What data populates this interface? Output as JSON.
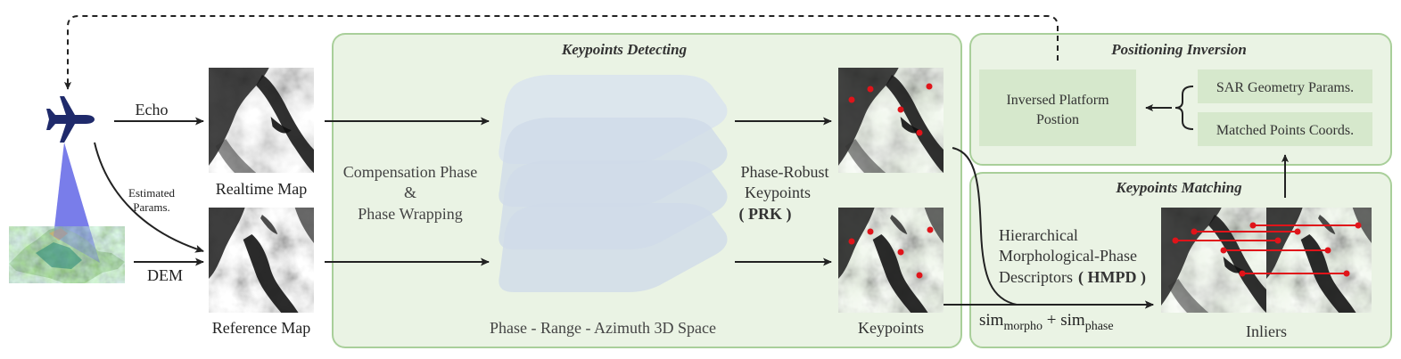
{
  "panels": {
    "detecting_title": "Keypoints Detecting",
    "positioning_title": "Positioning Inversion",
    "matching_title": "Keypoints Matching"
  },
  "left": {
    "echo_label": "Echo",
    "estimated_label_line1": "Estimated",
    "estimated_label_line2": "Params.",
    "dem_label": "DEM",
    "realtime_map_label": "Realtime Map",
    "reference_map_label": "Reference Map"
  },
  "detecting": {
    "compensation_line1": "Compensation Phase",
    "compensation_line2": "&",
    "compensation_line3": "Phase Wrapping",
    "space_label": "Phase - Range - Azimuth 3D Space",
    "prk_line1": "Phase-Robust",
    "prk_line2": "Keypoints",
    "prk_line3": "( PRK )",
    "keypoints_label": "Keypoints"
  },
  "positioning": {
    "inversed_line1": "Inversed Platform",
    "inversed_line2": "Postion",
    "sar_geometry": "SAR Geometry Params.",
    "matched_points": "Matched Points Coords."
  },
  "matching": {
    "hmpd_line1": "Hierarchical",
    "hmpd_line2": "Morphological-Phase",
    "hmpd_line3a": "Descriptors",
    "hmpd_line3b": "( HMPD )",
    "sim_base1": "sim",
    "sim_sub1": "morpho",
    "sim_plus": " + ",
    "sim_base2": "sim",
    "sim_sub2": "phase",
    "inliers_label": "Inliers"
  },
  "colors": {
    "panel_fill": "#eaf3e4",
    "panel_stroke": "#a9cf9a",
    "box_fill": "#d6e8cc",
    "plane_fill": "#cfdbe8",
    "plane_fill_top": "#d9e3ee",
    "airplane": "#1f2a6b",
    "beam": "#6b6fe8",
    "keypoint": "#e0141a",
    "arrow": "#222222"
  }
}
